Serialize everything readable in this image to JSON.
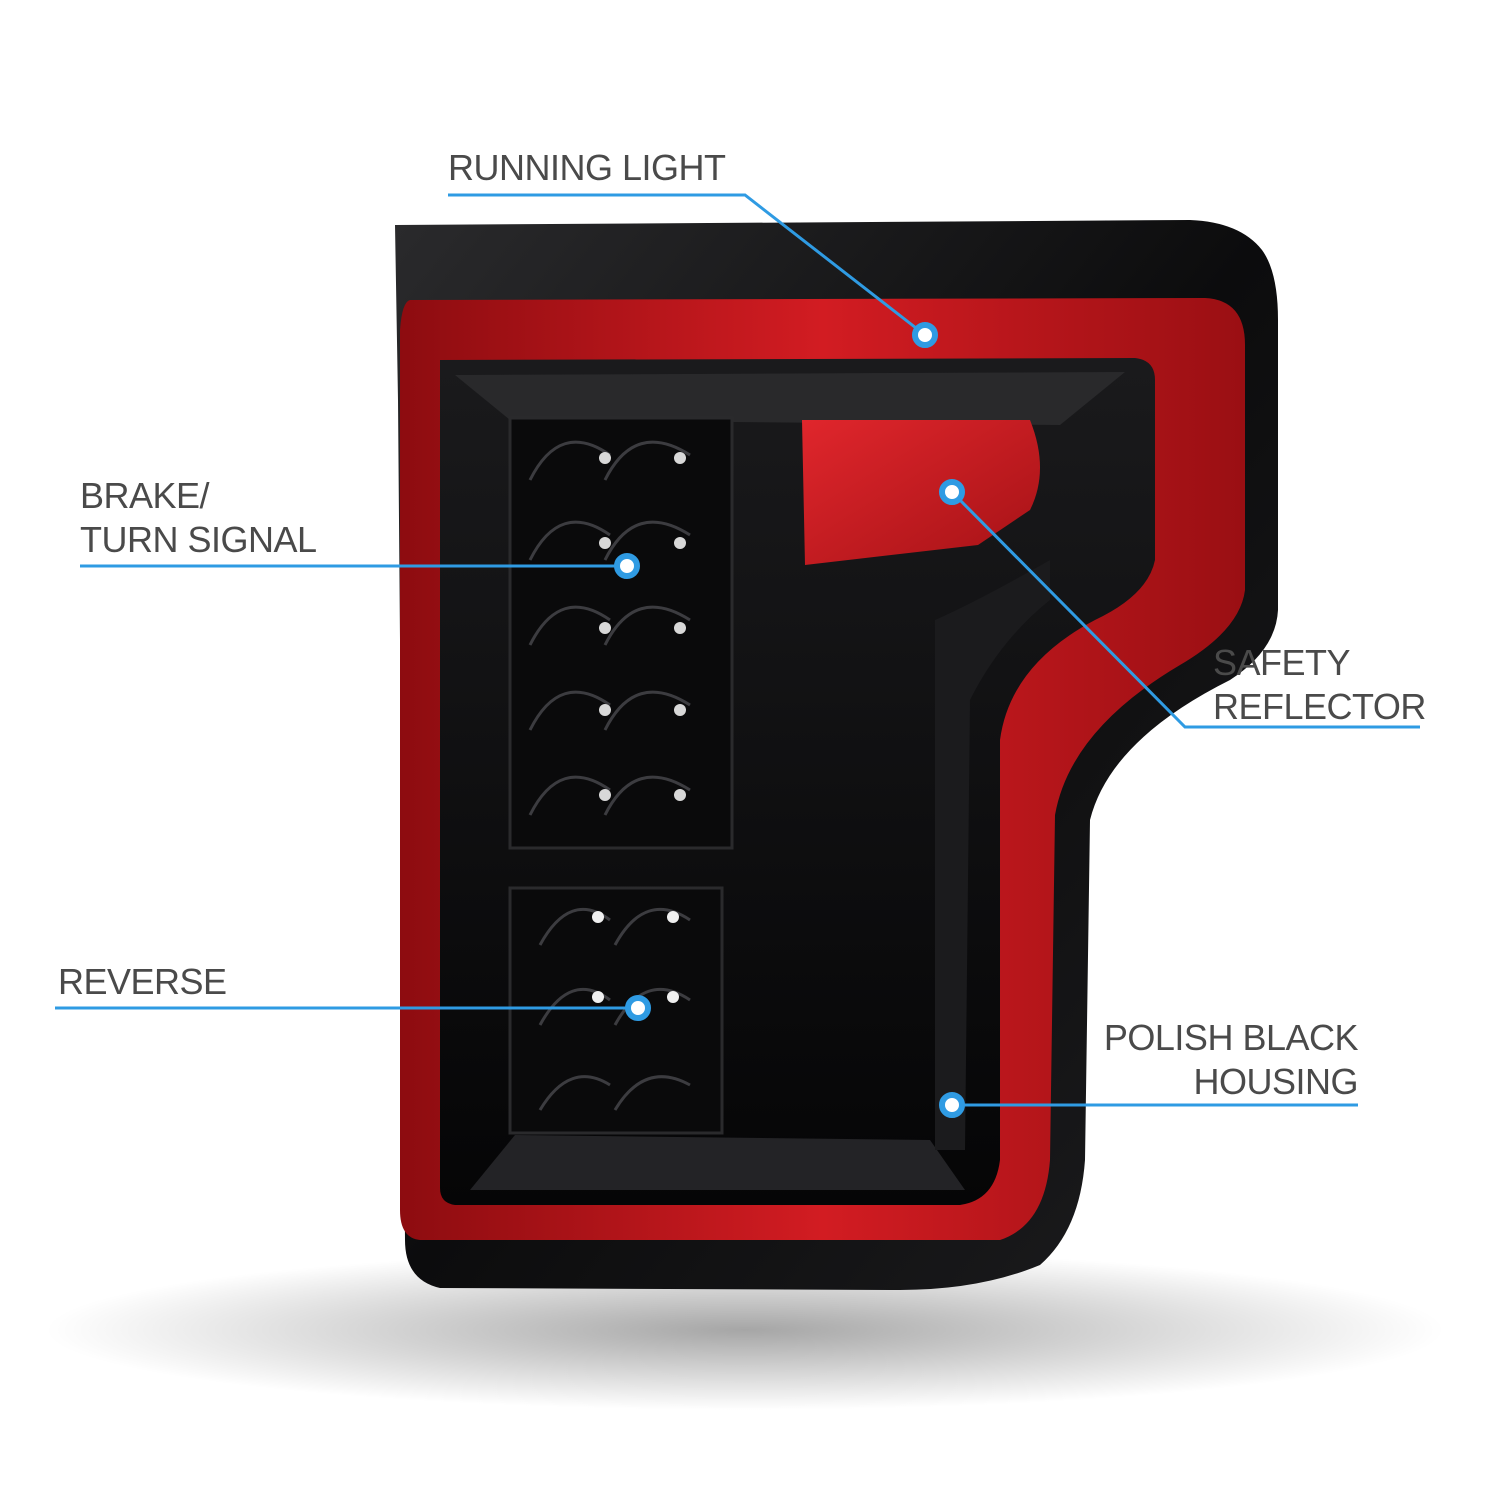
{
  "product": {
    "description_colors": {
      "housing": "#0b0b0c",
      "light_bar": "#c8161b",
      "reflector": "#c41a1f",
      "callout": "#2f9be3"
    }
  },
  "callouts": {
    "running_light": {
      "lines": [
        "RUNNING LIGHT"
      ]
    },
    "brake_turn": {
      "lines": [
        "BRAKE/",
        "TURN SIGNAL"
      ]
    },
    "safety_reflector": {
      "lines": [
        "SAFETY",
        "REFLECTOR"
      ]
    },
    "reverse": {
      "lines": [
        "REVERSE"
      ]
    },
    "housing": {
      "lines": [
        "POLISH BLACK",
        "HOUSING"
      ]
    }
  }
}
